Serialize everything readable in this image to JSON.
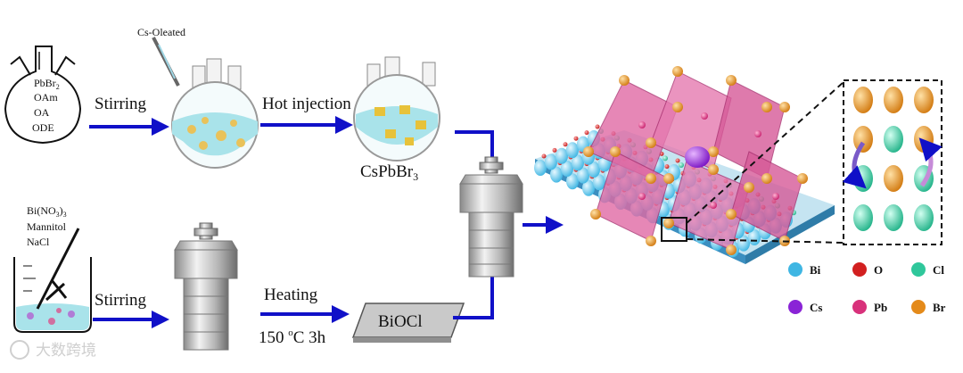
{
  "reagents_top": [
    "PbBr",
    "2",
    "OAm",
    "OA",
    "ODE"
  ],
  "cs_oleated": "Cs-Oleated",
  "step_stirring_top": "Stirring",
  "step_hot_injection": "Hot injection",
  "product_top": [
    "CsPbBr",
    "3"
  ],
  "reagents_bottom": [
    "Bi(NO",
    "3",
    ")",
    "3",
    "Mannitol",
    "NaCl"
  ],
  "step_stirring_bottom": "Stirring",
  "step_heating": "Heating",
  "step_heating_condition": [
    "150 ",
    "o",
    "C 3h"
  ],
  "product_bottom": "BiOCl",
  "legend": [
    {
      "symbol": "Bi",
      "color": "#3fb6e3"
    },
    {
      "symbol": "O",
      "color": "#d22020"
    },
    {
      "symbol": "Cl",
      "color": "#2fc79b"
    },
    {
      "symbol": "Cs",
      "color": "#8a24d6"
    },
    {
      "symbol": "Pb",
      "color": "#d8317b"
    },
    {
      "symbol": "Br",
      "color": "#e48a1a"
    }
  ],
  "watermark": "大数跨境",
  "colors": {
    "arrow": "#1010c8",
    "solution": "#a9e3ea",
    "octahedron": "#e06aa4"
  }
}
